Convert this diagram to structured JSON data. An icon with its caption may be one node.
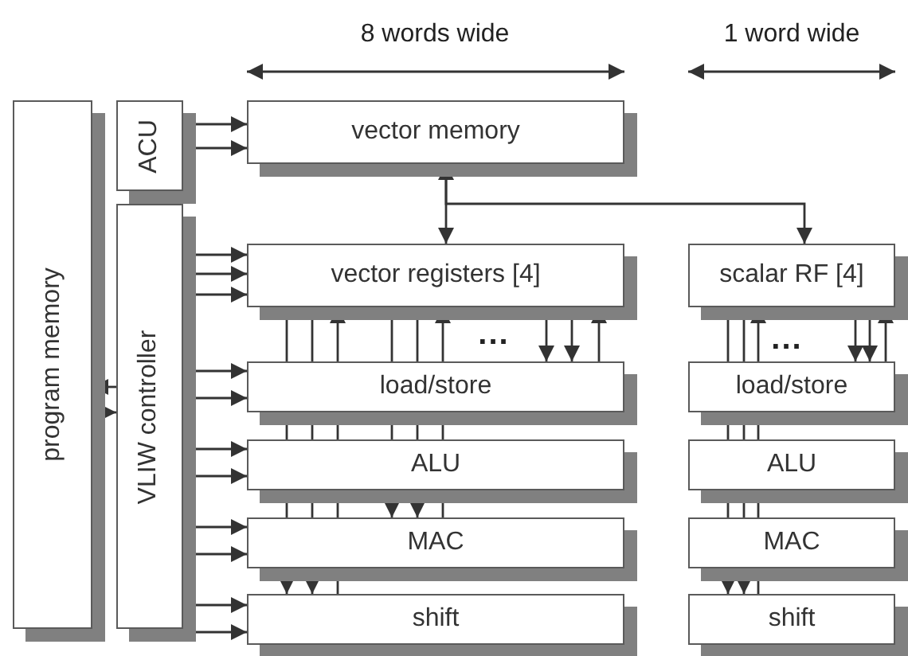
{
  "diagram": {
    "nodes": [
      {
        "text": [
          "program memory"
        ]
      },
      {
        "text": [
          "ACU"
        ]
      },
      {
        "text": [
          "VLIW controller"
        ]
      },
      {
        "text": [
          "vector memory"
        ]
      },
      {
        "text": [
          "vector registers [4]"
        ]
      },
      {
        "text": [
          "load/store"
        ]
      },
      {
        "text": [
          "ALU"
        ]
      },
      {
        "text": [
          "MAC"
        ]
      },
      {
        "text": [
          "shift"
        ]
      },
      {
        "text": [
          "scalar RF [4]"
        ]
      },
      {
        "text": [
          "load/store"
        ]
      },
      {
        "text": [
          "ALU"
        ]
      },
      {
        "text": [
          "MAC"
        ]
      },
      {
        "text": [
          "shift"
        ]
      }
    ],
    "edges": [
      {
        "from": 2,
        "to": 0,
        "arrow": "to"
      },
      {
        "from": 0,
        "to": 2,
        "arrow": "to"
      },
      {
        "from": 1,
        "to": 3,
        "arrow": "to"
      },
      {
        "from": 1,
        "to": 3,
        "arrow": "to"
      },
      {
        "from": 2,
        "to": 4,
        "arrow": "to"
      },
      {
        "from": 2,
        "to": 4,
        "arrow": "to"
      },
      {
        "from": 2,
        "to": 4,
        "arrow": "to"
      },
      {
        "from": 2,
        "to": 5,
        "arrow": "to"
      },
      {
        "from": 2,
        "to": 5,
        "arrow": "to"
      },
      {
        "from": 2,
        "to": 6,
        "arrow": "to"
      },
      {
        "from": 2,
        "to": 6,
        "arrow": "to"
      },
      {
        "from": 2,
        "to": 7,
        "arrow": "to"
      },
      {
        "from": 2,
        "to": 7,
        "arrow": "to"
      },
      {
        "from": 2,
        "to": 8,
        "arrow": "to"
      },
      {
        "from": 2,
        "to": 8,
        "arrow": "to"
      },
      {
        "from": 3,
        "to": 4,
        "arrow": "both"
      },
      {
        "from": 3,
        "to": 9,
        "arrow": "to"
      },
      {
        "from": 4,
        "to": 5,
        "arrow": "none"
      },
      {
        "from": 5,
        "to": 6,
        "arrow": "none"
      },
      {
        "from": 6,
        "to": 7,
        "arrow": "none"
      },
      {
        "from": 7,
        "to": 8,
        "arrow": "to"
      },
      {
        "from": 4,
        "to": 5,
        "arrow": "none"
      },
      {
        "from": 5,
        "to": 6,
        "arrow": "none"
      },
      {
        "from": 6,
        "to": 7,
        "arrow": "none"
      },
      {
        "from": 7,
        "to": 8,
        "arrow": "to"
      },
      {
        "from": 5,
        "to": 4,
        "arrow": "to"
      },
      {
        "from": 5,
        "to": 6,
        "arrow": "none"
      },
      {
        "from": 6,
        "to": 7,
        "arrow": "none"
      },
      {
        "from": 7,
        "to": 8,
        "arrow": "none"
      },
      {
        "from": 4,
        "to": 5,
        "arrow": "none"
      },
      {
        "from": 5,
        "to": 6,
        "arrow": "none"
      },
      {
        "from": 6,
        "to": 7,
        "arrow": "to"
      },
      {
        "from": 4,
        "to": 5,
        "arrow": "none"
      },
      {
        "from": 5,
        "to": 6,
        "arrow": "none"
      },
      {
        "from": 6,
        "to": 7,
        "arrow": "to"
      },
      {
        "from": 5,
        "to": 4,
        "arrow": "to"
      },
      {
        "from": 5,
        "to": 6,
        "arrow": "none"
      },
      {
        "from": 6,
        "to": 7,
        "arrow": "none"
      },
      {
        "from": 4,
        "to": 5,
        "arrow": "to"
      },
      {
        "from": 4,
        "to": 5,
        "arrow": "to"
      },
      {
        "from": 5,
        "to": 4,
        "arrow": "to"
      },
      {
        "from": 9,
        "to": 10,
        "arrow": "none"
      },
      {
        "from": 10,
        "to": 11,
        "arrow": "none"
      },
      {
        "from": 11,
        "to": 12,
        "arrow": "none"
      },
      {
        "from": 12,
        "to": 13,
        "arrow": "to"
      },
      {
        "from": 9,
        "to": 10,
        "arrow": "none"
      },
      {
        "from": 10,
        "to": 11,
        "arrow": "none"
      },
      {
        "from": 11,
        "to": 12,
        "arrow": "none"
      },
      {
        "from": 12,
        "to": 13,
        "arrow": "to"
      },
      {
        "from": 10,
        "to": 9,
        "arrow": "to"
      },
      {
        "from": 10,
        "to": 11,
        "arrow": "none"
      },
      {
        "from": 11,
        "to": 12,
        "arrow": "none"
      },
      {
        "from": 12,
        "to": 13,
        "arrow": "none"
      },
      {
        "from": 9,
        "to": 10,
        "arrow": "to"
      },
      {
        "from": 9,
        "to": 10,
        "arrow": "to"
      },
      {
        "from": 10,
        "to": 9,
        "arrow": "to"
      }
    ],
    "labels": [
      "8 words wide",
      "1 word wide",
      "...",
      "..."
    ]
  }
}
